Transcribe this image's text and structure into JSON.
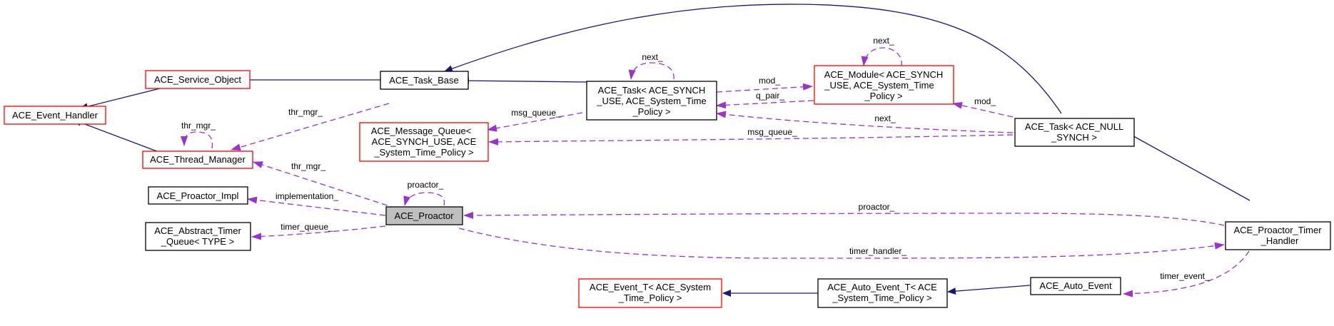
{
  "diagram": {
    "type": "collaboration-graph",
    "colors": {
      "inheritance_edge": "#191970",
      "usage_edge": "#9a32cd",
      "documented_border": "#000000",
      "undocumented_border": "#ff0000",
      "focus_fill": "#bfbfbf"
    },
    "nodes": [
      {
        "id": "event_handler",
        "lines": [
          "ACE_Event_Handler"
        ],
        "style": "red"
      },
      {
        "id": "service_object",
        "lines": [
          "ACE_Service_Object"
        ],
        "style": "red"
      },
      {
        "id": "thread_manager",
        "lines": [
          "ACE_Thread_Manager"
        ],
        "style": "red"
      },
      {
        "id": "proactor_impl",
        "lines": [
          "ACE_Proactor_Impl"
        ],
        "style": "black"
      },
      {
        "id": "abstract_timer_queue",
        "lines": [
          "ACE_Abstract_Timer",
          "_Queue< TYPE >"
        ],
        "style": "black"
      },
      {
        "id": "task_base",
        "lines": [
          "ACE_Task_Base"
        ],
        "style": "black"
      },
      {
        "id": "message_queue",
        "lines": [
          "ACE_Message_Queue<",
          "ACE_SYNCH_USE, ACE",
          "_System_Time_Policy >"
        ],
        "style": "red"
      },
      {
        "id": "proactor",
        "lines": [
          "ACE_Proactor"
        ],
        "style": "focus"
      },
      {
        "id": "task_synch",
        "lines": [
          "ACE_Task< ACE_SYNCH",
          "_USE, ACE_System_Time",
          "_Policy >"
        ],
        "style": "black"
      },
      {
        "id": "module",
        "lines": [
          "ACE_Module< ACE_SYNCH",
          "_USE, ACE_System_Time",
          "_Policy >"
        ],
        "style": "red"
      },
      {
        "id": "task_null",
        "lines": [
          "ACE_Task< ACE_NULL",
          "_SYNCH >"
        ],
        "style": "black"
      },
      {
        "id": "proactor_timer_handler",
        "lines": [
          "ACE_Proactor_Timer",
          "_Handler"
        ],
        "style": "black"
      },
      {
        "id": "event_t",
        "lines": [
          "ACE_Event_T< ACE_System",
          "_Time_Policy >"
        ],
        "style": "red"
      },
      {
        "id": "auto_event_t",
        "lines": [
          "ACE_Auto_Event_T< ACE",
          "_System_Time_Policy >"
        ],
        "style": "black"
      },
      {
        "id": "auto_event",
        "lines": [
          "ACE_Auto_Event"
        ],
        "style": "black"
      }
    ],
    "edges": [
      {
        "from": "service_object",
        "to": "event_handler",
        "kind": "inherit",
        "label": ""
      },
      {
        "from": "proactor_impl",
        "to": "event_handler",
        "kind": "inherit",
        "label": ""
      },
      {
        "from": "task_base",
        "to": "service_object",
        "kind": "inherit",
        "label": ""
      },
      {
        "from": "task_synch",
        "to": "task_base",
        "kind": "inherit",
        "label": ""
      },
      {
        "from": "task_null",
        "to": "task_base",
        "kind": "inherit",
        "label": ""
      },
      {
        "from": "proactor_timer_handler",
        "to": "task_null",
        "kind": "inherit",
        "label": ""
      },
      {
        "from": "auto_event_t",
        "to": "event_t",
        "kind": "inherit",
        "label": ""
      },
      {
        "from": "auto_event",
        "to": "auto_event_t",
        "kind": "inherit",
        "label": ""
      },
      {
        "from": "thread_manager",
        "to": "thread_manager",
        "kind": "use",
        "label": "thr_mgr_"
      },
      {
        "from": "task_base",
        "to": "thread_manager",
        "kind": "use",
        "label": "thr_mgr_"
      },
      {
        "from": "proactor",
        "to": "thread_manager",
        "kind": "use",
        "label": "thr_mgr_"
      },
      {
        "from": "proactor",
        "to": "proactor_impl",
        "kind": "use",
        "label": "implementation_"
      },
      {
        "from": "proactor",
        "to": "abstract_timer_queue",
        "kind": "use",
        "label": "timer_queue_"
      },
      {
        "from": "proactor",
        "to": "proactor",
        "kind": "use",
        "label": "proactor_"
      },
      {
        "from": "task_synch",
        "to": "message_queue",
        "kind": "use",
        "label": "msg_queue_"
      },
      {
        "from": "task_synch",
        "to": "task_synch",
        "kind": "use",
        "label": "next_"
      },
      {
        "from": "task_synch",
        "to": "module",
        "kind": "use",
        "label": "mod_"
      },
      {
        "from": "module",
        "to": "task_synch",
        "kind": "use",
        "label": "q_pair_"
      },
      {
        "from": "module",
        "to": "module",
        "kind": "use",
        "label": "next_"
      },
      {
        "from": "task_null",
        "to": "module",
        "kind": "use",
        "label": "mod_"
      },
      {
        "from": "task_null",
        "to": "task_synch",
        "kind": "use",
        "label": "next_"
      },
      {
        "from": "task_null",
        "to": "message_queue",
        "kind": "use",
        "label": "msg_queue_"
      },
      {
        "from": "proactor_timer_handler",
        "to": "proactor",
        "kind": "use",
        "label": "proactor_"
      },
      {
        "from": "proactor",
        "to": "proactor_timer_handler",
        "kind": "use",
        "label": "timer_handler_"
      },
      {
        "from": "proactor_timer_handler",
        "to": "auto_event",
        "kind": "use",
        "label": "timer_event_"
      }
    ]
  }
}
